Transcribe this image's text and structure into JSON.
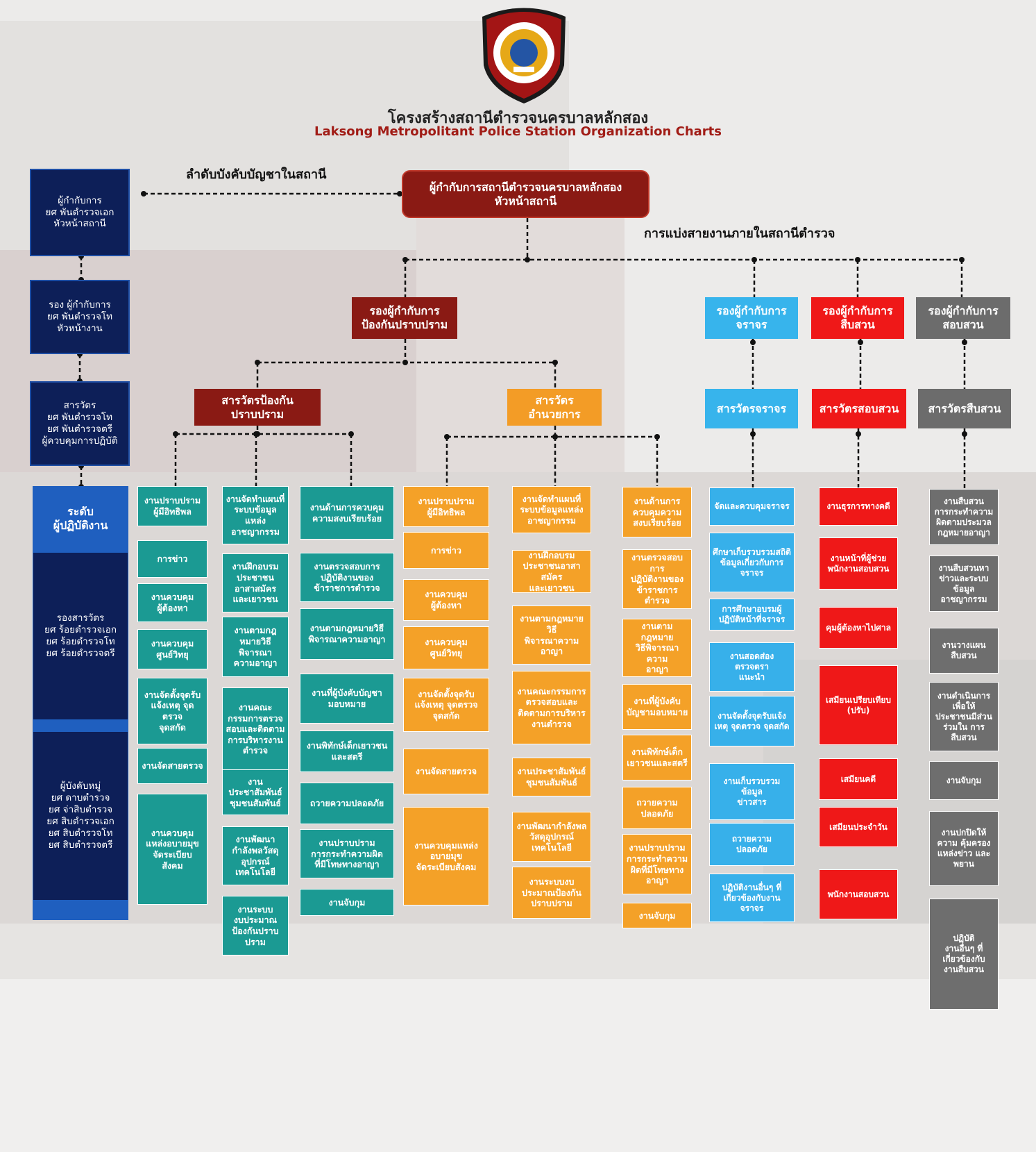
{
  "header": {
    "title_th": "โครงสร้างสถานีตำรวจนครบาลหลักสอง",
    "title_en": "Laksong Metropolitant Police Station Organization Charts",
    "logo_name": "police-station-emblem"
  },
  "labels": {
    "chain_of_command": "ลำดับบังคับบัญชาในสถานี",
    "divisions": "การแบ่งสายงานภายในสถานีตำรวจ"
  },
  "left_column": [
    {
      "text": "ผู้กำกับการ\nยศ พันตำรวจเอก\nหัวหน้าสถานี"
    },
    {
      "text": "รอง ผู้กำกับการ\nยศ พันตำรวจโท\nหัวหน้างาน"
    },
    {
      "text": "สารวัตร\nยศ พันตำรวจโท\nยศ พันตำรวจตรี\nผู้ควบคุมการปฏิบัติ"
    },
    {
      "text": "ระดับ\nผู้ปฏิบัติงาน"
    },
    {
      "text": "รองสารวัตร\nยศ ร้อยตำรวจเอก\nยศ ร้อยตำรวจโท\nยศ ร้อยตำรวจตรี"
    },
    {
      "text": "ผู้บังคับหมู่\nยศ ดาบตำรวจ\nยศ จ่าสิบตำรวจ\nยศ สิบตำรวจเอก\nยศ สิบตำรวจโท\nยศ สิบตำรวจตรี"
    }
  ],
  "top": {
    "text": "ผู้กำกับการสถานีตำรวจนครบาลหลักสอง\nหัวหน้าสถานี"
  },
  "deputies": [
    {
      "text": "รองผู้กำกับการ\nป้องกันปราบปราม"
    },
    {
      "text": "รองผู้กำกับการ\nจราจร"
    },
    {
      "text": "รองผู้กำกับการ\nสืบสวน"
    },
    {
      "text": "รองผู้กำกับการ\nสอบสวน"
    }
  ],
  "inspectors": [
    {
      "text": "สารวัตรป้องกัน\nปราบปราม"
    },
    {
      "text": "สารวัตร\nอำนวยการ"
    },
    {
      "text": "สารวัตรจราจร"
    },
    {
      "text": "สารวัตรสอบสวน"
    },
    {
      "text": "สารวัตรสืบสวน"
    }
  ],
  "col_teal1": [
    "งานปราบปราม\nผู้มีอิทธิพล",
    "การข่าว",
    "งานควบคุม\nผู้ต้องหา",
    "งานควบคุม\nศูนย์วิทยุ",
    "งานจัดตั้งจุดรับ\nแจ้งเหตุ จุดตรวจ\nจุดสกัด",
    "งานจัดสายตรวจ",
    "งานควบคุม\nแหล่งอบายมุข\nจัดระเบียบ\nสังคม"
  ],
  "col_teal2": [
    "งานจัดทำแผนที่\nระบบข้อมูลแหล่ง\nอาชญากรรม",
    "งานฝึกอบรม\nประชาชน\nอาสาสมัคร\nและเยาวชน",
    "งานตามกฎ\nหมายวิธี\nพิจารณา\nความอาญา",
    "งานคณะ\nกรรมการตรวจ\nสอบและติดตาม\nการบริหารงาน\nตำรวจ",
    "งาน\nประชาสัมพันธ์\nชุมชนสัมพันธ์",
    "งานพัฒนา\nกำลังพลวัสดุ\nอุปกรณ์\nเทคโนโลยี",
    "งานระบบ\nงบประมาณ\nป้องกันปราบปราม"
  ],
  "col_teal3": [
    "งานด้านการควบคุม\nความสงบเรียบร้อย",
    "งานตรวจสอบการ\nปฏิบัติงานของ\nข้าราชการตำรวจ",
    "งานตามกฎหมายวิธี\nพิจารณาความอาญา",
    "งานที่ผู้บังคับบัญชา\nมอบหมาย",
    "งานพิทักษ์เด็กเยาวชน\nและสตรี",
    "ถวายความปลอดภัย",
    "งานปราบปราม\nการกระทำความผิด\nที่มีโทษทางอาญา",
    "งานจับกุม"
  ],
  "col_orange1": [
    "งานปราบปราม\nผู้มีอิทธิพล",
    "การข่าว",
    "งานควบคุม\nผู้ต้องหา",
    "งานควบคุม\nศูนย์วิทยุ",
    "งานจัดตั้งจุดรับ\nแจ้งเหตุ จุดตรวจ\nจุดสกัด",
    "งานจัดสายตรวจ",
    "งานควบคุมแหล่ง\nอบายมุข\nจัดระเบียบสังคม"
  ],
  "col_orange2": [
    "งานจัดทำแผนที่\nระบบข้อมูลแหล่ง\nอาชญากรรม",
    "งานฝึกอบรม\nประชาชนอาสาสมัคร\nและเยาวชน",
    "งานตามกฎหมายวิธี\nพิจารณาความ\nอาญา",
    "งานคณะกรรมการ\nตรวจสอบและ\nติดตามการบริหาร\nงานตำรวจ",
    "งานประชาสัมพันธ์\nชุมชนสัมพันธ์",
    "งานพัฒนากำลังพล\nวัสดุอุปกรณ์\nเทคโนโลยี",
    "งานระบบงบ\nประมาณป้องกัน\nปราบปราม"
  ],
  "col_orange3": [
    "งานด้านการ\nควบคุมความ\nสงบเรียบร้อย",
    "งานตรวจสอบการ\nปฏิบัติงานของ\nข้าราชการตำรวจ",
    "งานตามกฎหมาย\nวิธีพิจารณาความ\nอาญา",
    "งานที่ผู้บังคับ\nบัญชามอบหมาย",
    "งานพิทักษ์เด็ก\nเยาวชนและสตรี",
    "ถวายความ\nปลอดภัย",
    "งานปราบปราม\nการกระทำความ\nผิดที่มีโทษทาง\nอาญา",
    "งานจับกุม"
  ],
  "col_cyan": [
    "จัดและควบคุมจราจร",
    "ศึกษาเก็บรวบรวมสถิติ\nข้อมูลเกี่ยวกับการจราจร",
    "การศึกษาอบรมผู้\nปฏิบัติหน้าที่จราจร",
    "งานสอดส่อง\nตรวจตรา\nแนะนำ",
    "งานจัดตั้งจุดรับแจ้ง\nเหตุ จุดตรวจ จุดสกัด",
    "งานเก็บรวบรวม\nข้อมูล\nข่าวสาร",
    "ถวายความ\nปลอดภัย",
    "ปฏิบัติงานอื่นๆ ที่\nเกี่ยวข้องกับงาน\nจราจร"
  ],
  "col_red": [
    "งานธุรการทางคดี",
    "งานหน้าที่ผู้ช่วย\nพนักงานสอบสวน",
    "คุมผู้ต้องหาไปศาล",
    "เสมียนเปรียบเทียบ\n(ปรับ)",
    "เสมียนคดี",
    "เสมียนประจำวัน",
    "พนักงานสอบสวน"
  ],
  "col_gray": [
    "งานสืบสวน\nการกระทำความ\nผิดตามประมวล\nกฎหมายอาญา",
    "งานสืบสวนหา\nข่าวและระบบ\nข้อมูล\nอาชญากรรม",
    "งานวางแผน\nสืบสวน",
    "งานดำเนินการ\nเพื่อให้\nประชาชนมีส่วน\nร่วมใน การ\nสืบสวน",
    "งานจับกุม",
    "งานปกปิดให้\nความ คุ้มครอง\nแหล่งข่าว และ\nพยาน",
    "ปฏิบัติ\nงานอื่นๆ ที่\nเกี่ยวข้องกับ\nงานสืบสวน"
  ],
  "colors": {
    "navy": "#0d1f58",
    "maroon": "#8a1a14",
    "teal": "#1b9a93",
    "orange": "#f39c26",
    "cyan": "#37b4ec",
    "red": "#ef1818",
    "gray": "#6c6c6c"
  }
}
